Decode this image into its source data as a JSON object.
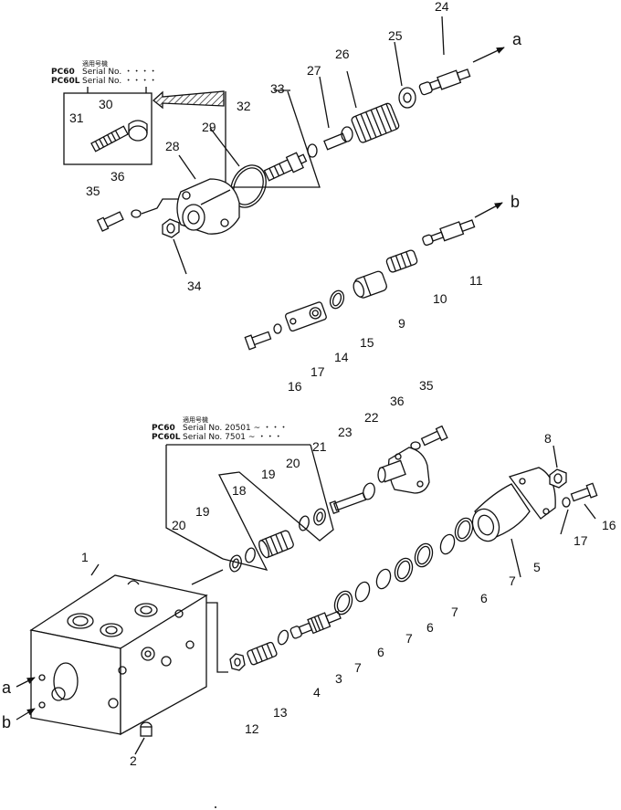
{
  "diagram": {
    "part_numbers": [
      "1",
      "2",
      "3",
      "4",
      "5",
      "6",
      "6",
      "6",
      "7",
      "7",
      "7",
      "7",
      "8",
      "9",
      "10",
      "11",
      "12",
      "13",
      "14",
      "15",
      "16",
      "16",
      "17",
      "17",
      "18",
      "19",
      "19",
      "20",
      "20",
      "21",
      "22",
      "23",
      "24",
      "25",
      "26",
      "27",
      "28",
      "29",
      "30",
      "31",
      "32",
      "33",
      "34",
      "35",
      "35",
      "36",
      "36"
    ],
    "ports": [
      "a",
      "b"
    ]
  },
  "notes": {
    "top": {
      "header": "適用号機",
      "line1_model": "PC60",
      "line1_text": "Serial No. ・・・・",
      "line2_model": "PC60L",
      "line2_text": "Serial No. ・・・・"
    },
    "middle": {
      "header": "適用号機",
      "line1_model": "PC60",
      "line1_text": "Serial No. 20501 ~ ・・・",
      "line2_model": "PC60L",
      "line2_text": "Serial No. 7501 ~ ・・・"
    }
  },
  "labels": {
    "n1": "1",
    "n2": "2",
    "n3": "3",
    "n4": "4",
    "n5": "5",
    "n6a": "6",
    "n6b": "6",
    "n6c": "6",
    "n7a": "7",
    "n7b": "7",
    "n7c": "7",
    "n7d": "7",
    "n8": "8",
    "n9": "9",
    "n10": "10",
    "n11": "11",
    "n12": "12",
    "n13": "13",
    "n14": "14",
    "n15": "15",
    "n16a": "16",
    "n16b": "16",
    "n17a": "17",
    "n17b": "17",
    "n18": "18",
    "n19a": "19",
    "n19b": "19",
    "n20a": "20",
    "n20b": "20",
    "n21": "21",
    "n22": "22",
    "n23": "23",
    "n24": "24",
    "n25": "25",
    "n26": "26",
    "n27": "27",
    "n28": "28",
    "n29": "29",
    "n30": "30",
    "n31": "31",
    "n32": "32",
    "n33": "33",
    "n34": "34",
    "n35a": "35",
    "n35b": "35",
    "n36a": "36",
    "n36b": "36",
    "port_a_top": "a",
    "port_b_top": "b",
    "port_a_body": "a",
    "port_b_body": "b"
  }
}
